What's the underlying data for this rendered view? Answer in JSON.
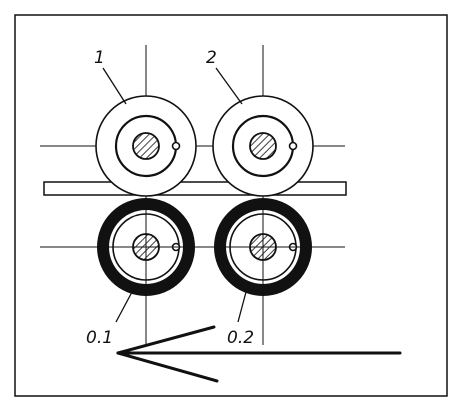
{
  "figure": {
    "labels": {
      "top_left_roller": "1",
      "top_right_roller": "2",
      "bottom_left_roller": "0.1",
      "bottom_right_roller": "0.2"
    },
    "colors": {
      "ink": "#111111",
      "paper": "#ffffff"
    },
    "arrow_direction": "left"
  }
}
